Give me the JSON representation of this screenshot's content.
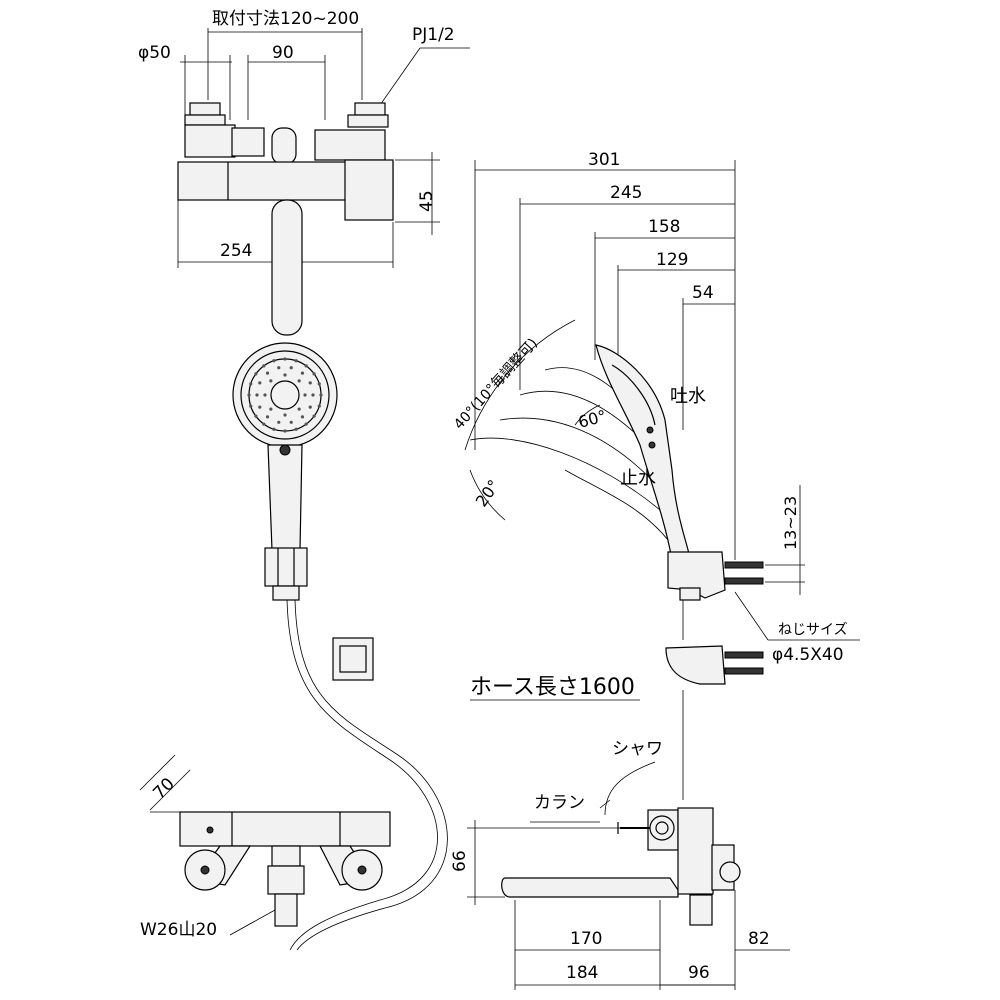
{
  "labels": {
    "install_dim": "取付寸法120~200",
    "dia50": "φ50",
    "d90": "90",
    "pj": "PJ1/2",
    "d45": "45",
    "d254": "254",
    "d301": "301",
    "d245": "245",
    "d158": "158",
    "d129": "129",
    "d54": "54",
    "angle40": "40°(10°毎調整可)",
    "angle60": "60°",
    "angle20": "20°",
    "spout": "吐水",
    "stop": "止水",
    "d13_23": "13~23",
    "screw_title": "ねじサイズ",
    "screw_size": "φ4.5X40",
    "hose_length": "ホース長さ1600",
    "shower": "シャワ",
    "faucet": "カラン",
    "d70": "70",
    "w26": "W26山20",
    "d66": "66",
    "d170": "170",
    "d184": "184",
    "d96": "96",
    "d82": "82"
  }
}
